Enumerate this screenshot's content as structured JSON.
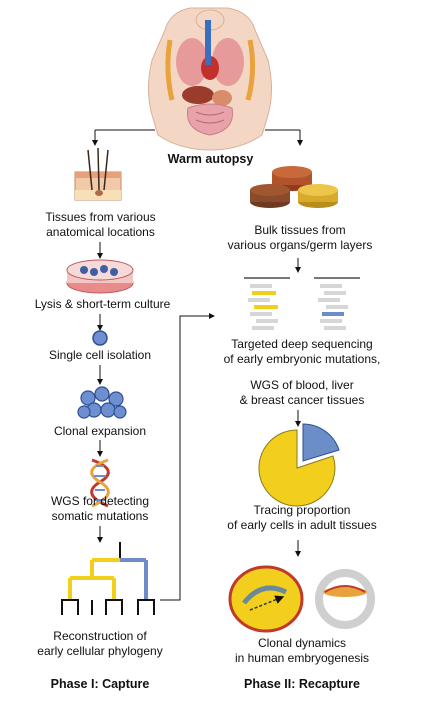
{
  "top": {
    "title": "Warm autopsy"
  },
  "left_steps": [
    {
      "line1": "Tissues from various",
      "line2": "anatomical locations"
    },
    {
      "line1": "Lysis & short-term culture"
    },
    {
      "line1": "Single cell isolation"
    },
    {
      "line1": "Clonal expansion"
    },
    {
      "line1": "WGS for detecting",
      "line2": "somatic mutations"
    },
    {
      "line1": "Reconstruction of",
      "line2": "early cellular phylogeny"
    }
  ],
  "right_steps": [
    {
      "line1": "Bulk tissues from",
      "line2": "various organs/germ layers"
    },
    {
      "line1": "Targeted deep sequencing",
      "line2": "of early embryonic mutations,"
    },
    {
      "line1": "WGS of blood, liver",
      "line2": "& breast cancer tissues"
    },
    {
      "line1": "Tracing proportion",
      "line2": "of early cells in adult tissues"
    },
    {
      "line1": "Clonal dynamics",
      "line2": "in human embryogenesis"
    }
  ],
  "phases": {
    "left": "Phase I: Capture",
    "right": "Phase II: Recapture"
  },
  "colors": {
    "yellow": "#f2cf1d",
    "blue": "#6b8ec9",
    "pink": "#e8a0a0",
    "brown": "#a0522d",
    "gray": "#bdbdbd"
  }
}
